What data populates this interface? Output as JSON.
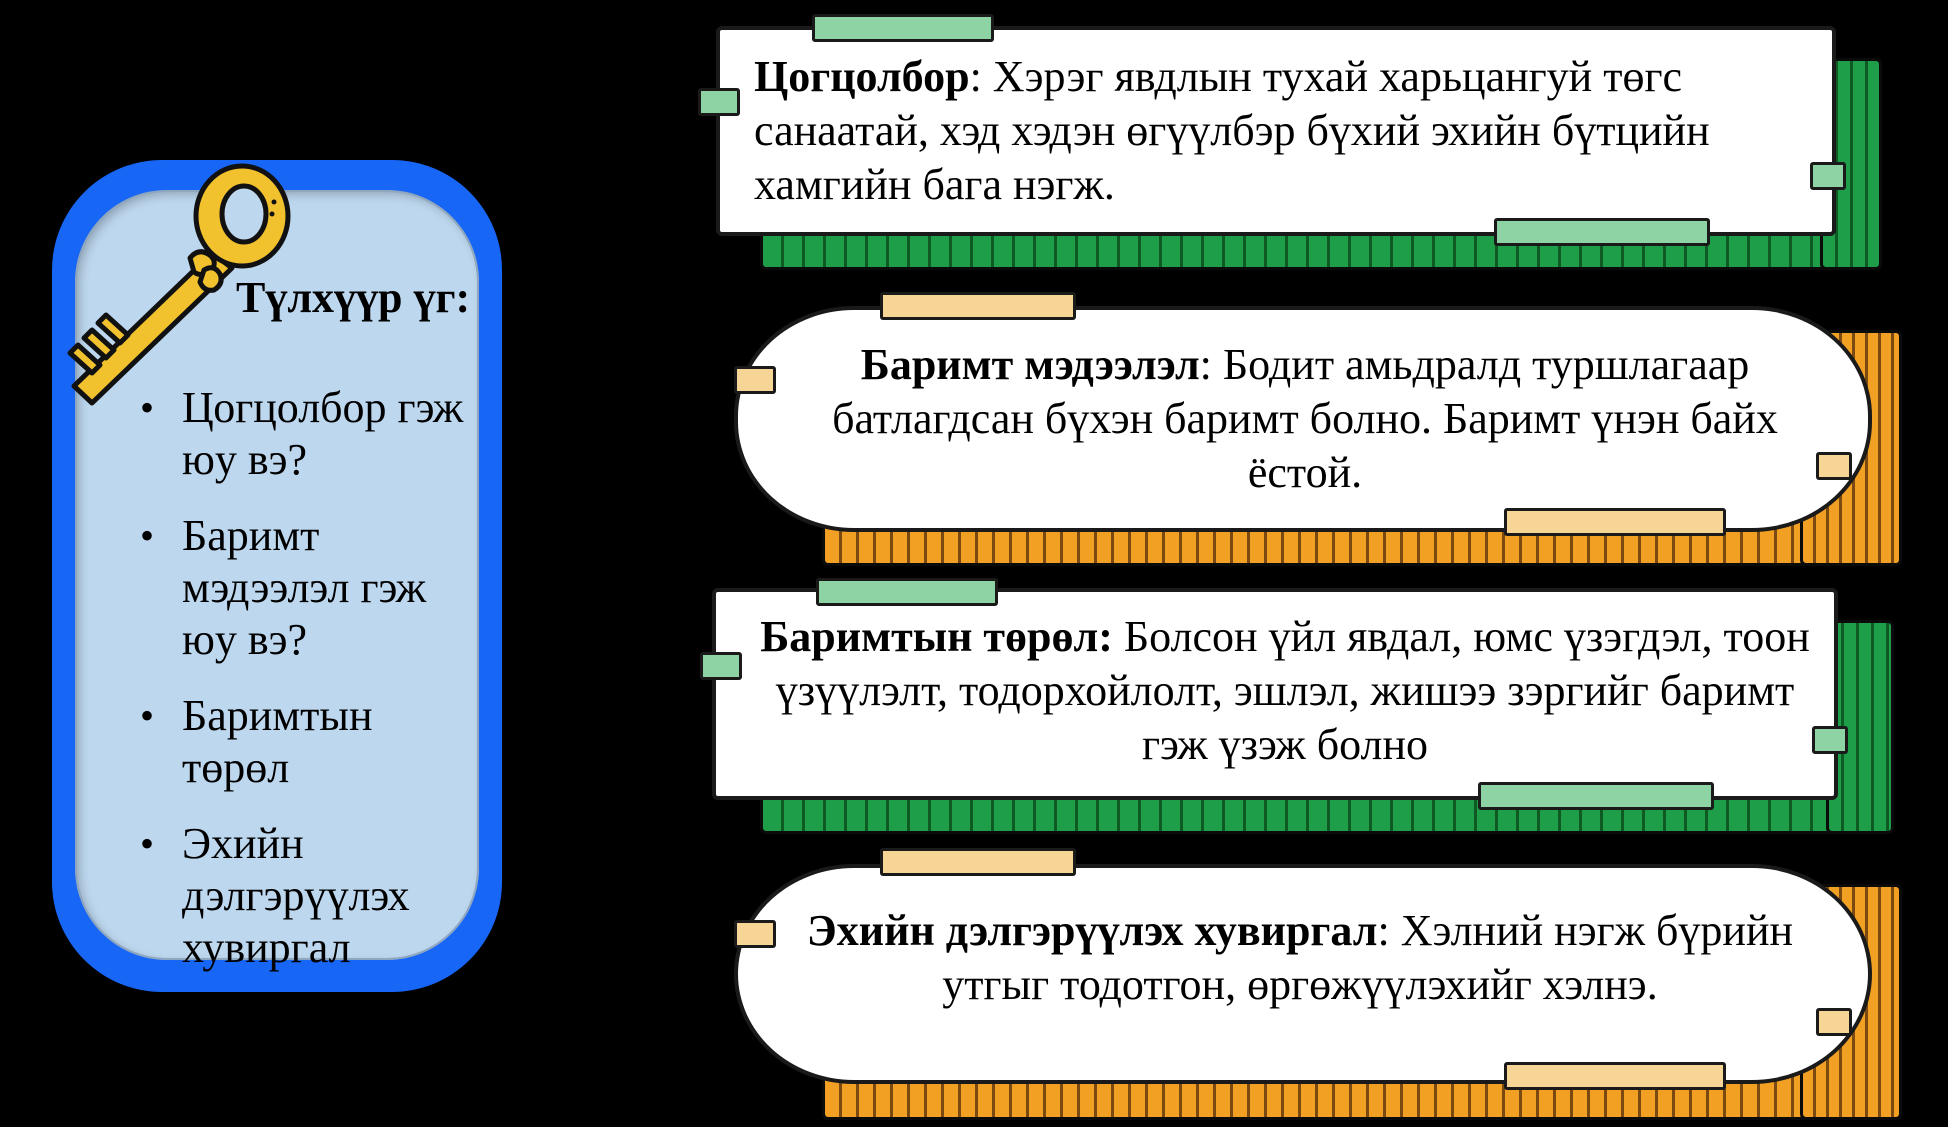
{
  "keywords_panel": {
    "title": "Түлхүүр үг:",
    "items": [
      "Цогцолбор гэж юу вэ?",
      "Баримт мэдээлэл гэж юу вэ?",
      "Баримтын төрөл",
      "Эхийн дэлгэрүүлэх хувиргал"
    ],
    "icon": "key-icon"
  },
  "cards": [
    {
      "term": "Цогцолбор",
      "separator": ": ",
      "definition": "Хэрэг явдлын тухай харьцангуй төгс санаатай, хэд хэдэн өгүүлбэр бүхий эхийн бүтцийн хамгийн бага нэгж.",
      "style": "green-rect"
    },
    {
      "term": "Баримт мэдээлэл",
      "separator": ": ",
      "definition": "Бодит амьдралд туршлагаар батлагдсан бүхэн баримт болно. Баримт үнэн байх ёстой.",
      "style": "orange-pill"
    },
    {
      "term": "Баримтын төрөл:",
      "separator": " ",
      "definition": "Болсон үйл явдал, юмс үзэгдэл, тоон үзүүлэлт, тодорхойлолт, эшлэл, жишээ зэргийг баримт гэж үзэж болно",
      "style": "green-rect"
    },
    {
      "term": "Эхийн дэлгэрүүлэх хувиргал",
      "separator": ": ",
      "definition": "Хэлний нэгж бүрийн утгыг тодотгон, өргөжүүлэхийг хэлнэ.",
      "style": "orange-pill"
    }
  ],
  "colors": {
    "background": "#000000",
    "panel_border_blue": "#1766F5",
    "panel_fill": "#BDD7EE",
    "green": "#1E9E48",
    "green_tab": "#8ED3A3",
    "orange": "#F2A024",
    "orange_tab": "#F7D596",
    "key_gold": "#F2C12E"
  }
}
